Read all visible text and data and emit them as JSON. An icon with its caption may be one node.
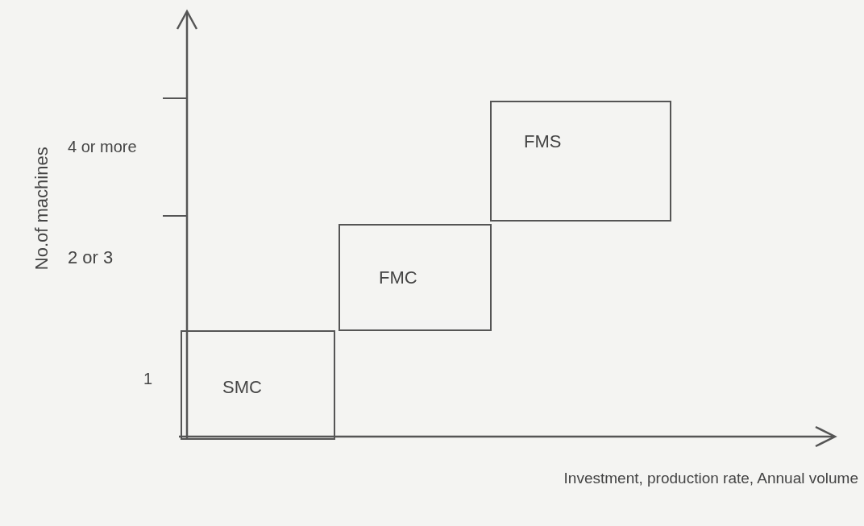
{
  "diagram": {
    "nodes": [
      {
        "text": [
          "FMS"
        ]
      },
      {
        "text": [
          "FMC"
        ]
      },
      {
        "text": [
          "SMC"
        ]
      }
    ],
    "labels": [
      "No.of machines",
      "4 or more",
      "2 or 3",
      "1",
      "Investment, production rate, Annual volume"
    ]
  }
}
